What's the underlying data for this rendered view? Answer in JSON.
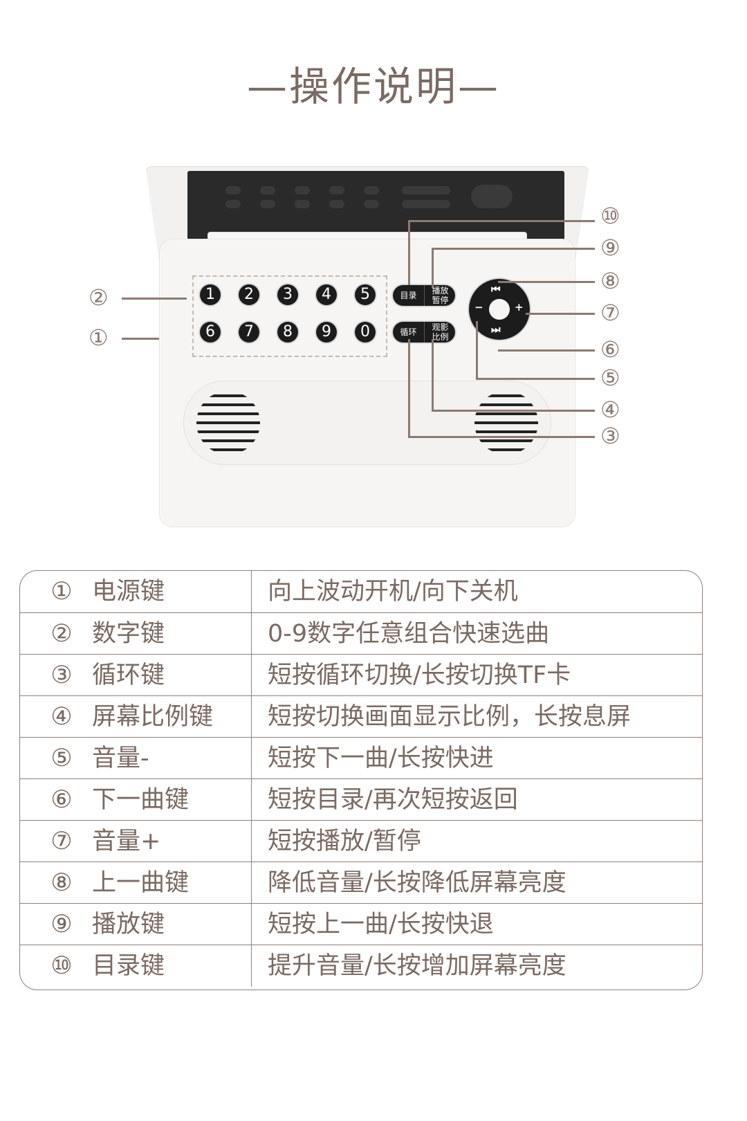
{
  "title": "—操作说明—",
  "device": {
    "keys_row1": [
      "1",
      "2",
      "3",
      "4",
      "5"
    ],
    "keys_row2": [
      "6",
      "7",
      "8",
      "9",
      "0"
    ],
    "fkey_top": {
      "left": "目录",
      "right": "播放\n暂停"
    },
    "fkey_bottom": {
      "left": "循环",
      "right": "观影\n比例"
    },
    "dpad": {
      "up": "⏮",
      "down": "⏭",
      "left": "−",
      "right": "+"
    }
  },
  "callouts": [
    "①",
    "②",
    "③",
    "④",
    "⑤",
    "⑥",
    "⑦",
    "⑧",
    "⑨",
    "⑩"
  ],
  "table": {
    "rows": [
      {
        "num": "①",
        "name": "电源键",
        "desc": "向上波动开机/向下关机"
      },
      {
        "num": "②",
        "name": "数字键",
        "desc": "0-9数字任意组合快速选曲"
      },
      {
        "num": "③",
        "name": "循环键",
        "desc": "短按循环切换/长按切换TF卡"
      },
      {
        "num": "④",
        "name": "屏幕比例键",
        "desc": "短按切换画面显示比例，长按息屏"
      },
      {
        "num": "⑤",
        "name": "音量-",
        "desc": "短按下一曲/长按快进"
      },
      {
        "num": "⑥",
        "name": "下一曲键",
        "desc": "短按目录/再次短按返回"
      },
      {
        "num": "⑦",
        "name": "音量+",
        "desc": "短按播放/暂停"
      },
      {
        "num": "⑧",
        "name": "上一曲键",
        "desc": "降低音量/长按降低屏幕亮度"
      },
      {
        "num": "⑨",
        "name": "播放键",
        "desc": "短按上一曲/长按快退"
      },
      {
        "num": "⑩",
        "name": "目录键",
        "desc": "提升音量/长按增加屏幕亮度"
      }
    ]
  }
}
